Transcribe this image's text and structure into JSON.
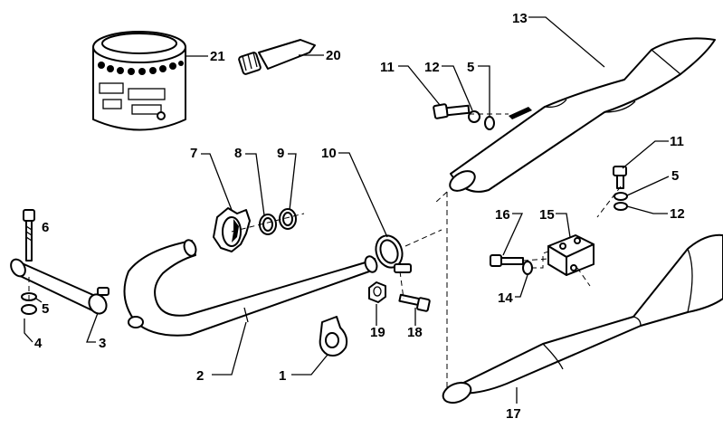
{
  "diagram": {
    "callouts": {
      "p1": "1",
      "p2": "2",
      "p3": "3",
      "p4": "4",
      "p5a": "5",
      "p5b": "5",
      "p5c": "5",
      "p6": "6",
      "p7": "7",
      "p8": "8",
      "p9": "9",
      "p10": "10",
      "p11a": "11",
      "p11b": "11",
      "p12a": "12",
      "p12b": "12",
      "p13": "13",
      "p14": "14",
      "p15": "15",
      "p16": "16",
      "p17": "17",
      "p18": "18",
      "p19": "19",
      "p20": "20",
      "p21": "21"
    }
  }
}
